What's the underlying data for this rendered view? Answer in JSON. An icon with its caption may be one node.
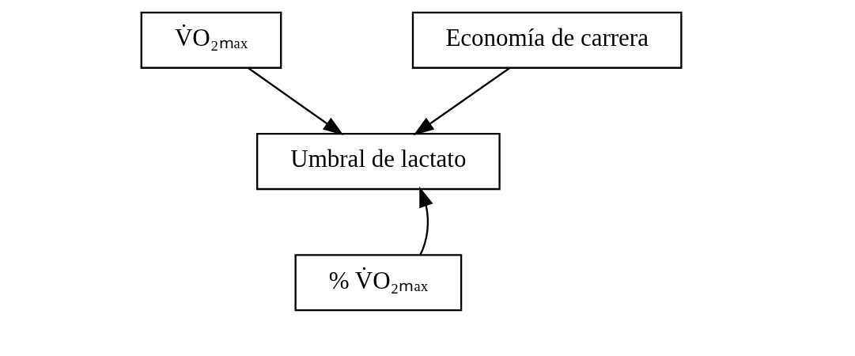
{
  "diagram": {
    "nodes": [
      {
        "text": [
          "V̇O₂ₘₐₓ"
        ]
      },
      {
        "text": [
          "Economía de carrera"
        ]
      },
      {
        "text": [
          "Umbral de lactato"
        ]
      },
      {
        "text": [
          "% V̇O₂ₘₐₓ"
        ]
      }
    ],
    "edges": [
      {
        "from": 0,
        "to": 2,
        "arrow": "to"
      },
      {
        "from": 1,
        "to": 2,
        "arrow": "to"
      },
      {
        "from": 3,
        "to": 2,
        "arrow": "to"
      }
    ]
  }
}
